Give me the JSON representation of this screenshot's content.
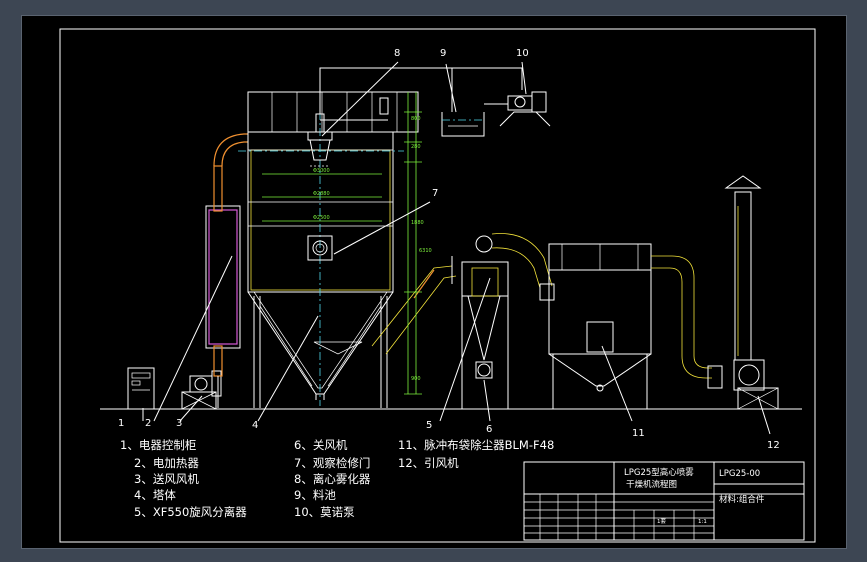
{
  "parts": [
    {
      "id": "1",
      "name": "电器控制柜"
    },
    {
      "id": "2",
      "name": "电加热器"
    },
    {
      "id": "3",
      "name": "送风风机"
    },
    {
      "id": "4",
      "name": "塔体"
    },
    {
      "id": "5",
      "name": "XF550旋风分离器"
    },
    {
      "id": "6",
      "name": "关风机"
    },
    {
      "id": "7",
      "name": "观察检修门"
    },
    {
      "id": "8",
      "name": "离心雾化器"
    },
    {
      "id": "9",
      "name": "料池"
    },
    {
      "id": "10",
      "name": "莫诺泵"
    },
    {
      "id": "11",
      "name": "脉冲布袋除尘器BLM-F48"
    },
    {
      "id": "12",
      "name": "引风机"
    }
  ],
  "legend_sep": "、",
  "callouts": [
    "1",
    "2",
    "3",
    "4",
    "5",
    "6",
    "7",
    "8",
    "9",
    "10",
    "11",
    "12"
  ],
  "title_block": {
    "drawing_title_line1": "LPG25型高心喷雾",
    "drawing_title_line2": "干燥机流程图",
    "drawing_no": "LPG25-00",
    "material": "材料:组合件",
    "scale": "1:1",
    "qty": "1套"
  },
  "dimensions": [
    "Φ3000",
    "Φ2880",
    "Φ2500",
    "6310",
    "1880",
    "280",
    "800",
    "900"
  ],
  "colors": {
    "background": "#000000",
    "frame_outer": "#3d4653",
    "lines": "#ffffff",
    "dimension": "#7cf03c",
    "centerline": "#4fd8ec",
    "heater_coil": "#d45ad4",
    "duct_insulation": "#f09030",
    "ducts": "#f2e23a"
  }
}
